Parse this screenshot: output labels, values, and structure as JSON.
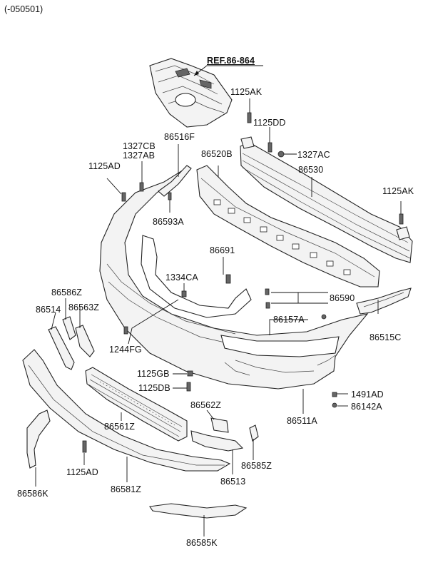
{
  "header": {
    "code": "(-050501)"
  },
  "reference": {
    "label": "REF.86-864"
  },
  "parts": {
    "p1125AK_top": "1125AK",
    "p1125DD": "1125DD",
    "p1327AC": "1327AC",
    "p86516F": "86516F",
    "p1327CB": "1327CB",
    "p1327AB": "1327AB",
    "p1125AD_top": "1125AD",
    "p86520B": "86520B",
    "p86530": "86530",
    "p1125AK_right": "1125AK",
    "p86593A": "86593A",
    "p86691": "86691",
    "p1334CA": "1334CA",
    "p86590": "86590",
    "p86586Z": "86586Z",
    "p86514": "86514",
    "p86563Z": "86563Z",
    "p86157A": "86157A",
    "p86515C": "86515C",
    "p1244FG": "1244FG",
    "p1125GB": "1125GB",
    "p1125DB": "1125DB",
    "p1491AD": "1491AD",
    "p86142A": "86142A",
    "p86511A": "86511A",
    "p86562Z": "86562Z",
    "p86561Z": "86561Z",
    "p86585Z": "86585Z",
    "p1125AD_bottom": "1125AD",
    "p86513": "86513",
    "p86586K": "86586K",
    "p86581Z": "86581Z",
    "p86585K": "86585K"
  },
  "colors": {
    "line": "#222222",
    "fill": "#f3f3f3",
    "background": "#ffffff"
  }
}
